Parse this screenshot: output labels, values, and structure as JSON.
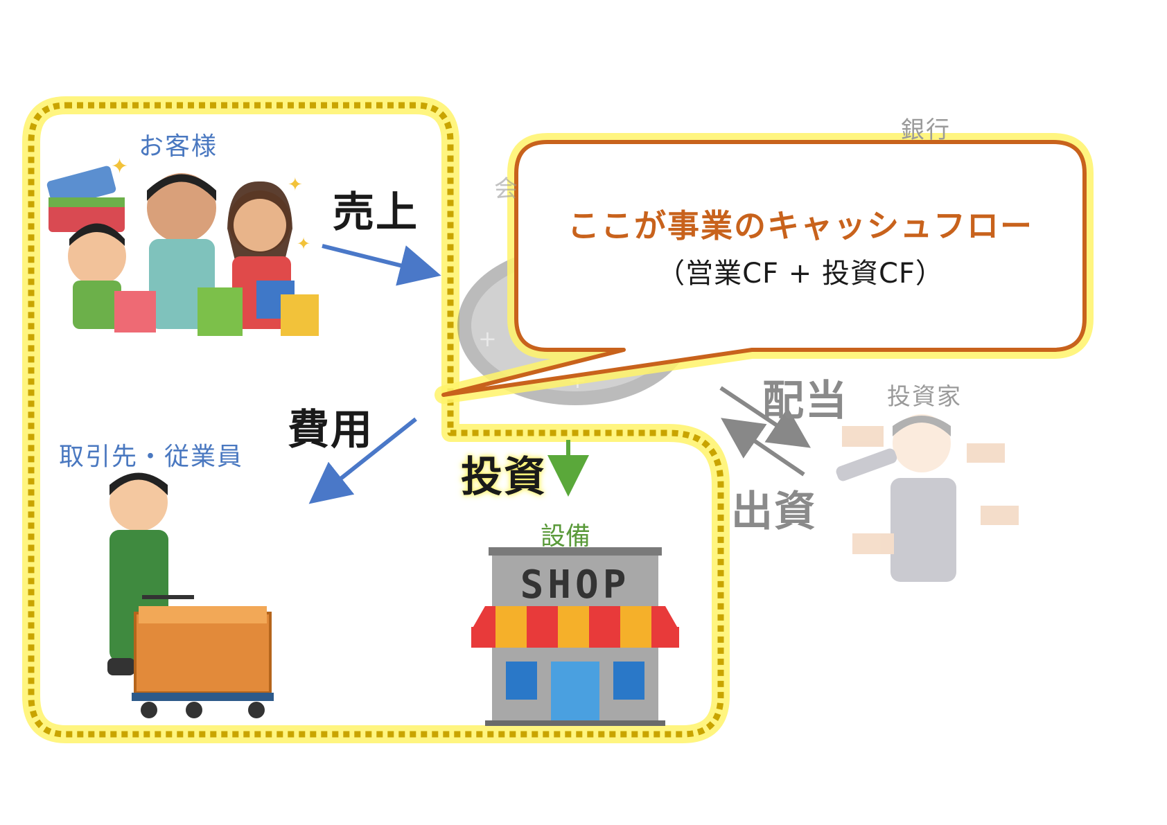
{
  "nodes": {
    "customers": "お客様",
    "suppliers": "取引先・従業員",
    "equipment": "設備",
    "bank": "銀行",
    "investor": "投資家",
    "company_partial": "会"
  },
  "flows": {
    "sales": "売上",
    "expenses": "費用",
    "investment": "投資",
    "dividend": "配当",
    "capital": "出資"
  },
  "shop_sign": "SHOP",
  "callout": {
    "title": "ここが事業のキャッシュフロー",
    "subtitle": "（営業CF + 投資CF）"
  },
  "colors": {
    "dotted_border": "#c9a400",
    "highlight_glow": "#fff36a",
    "callout_border": "#c8621c",
    "callout_title": "#c8621c",
    "arrow_blue": "#4a78c8",
    "arrow_green": "#5aa83a",
    "arrow_gray": "#888888"
  }
}
